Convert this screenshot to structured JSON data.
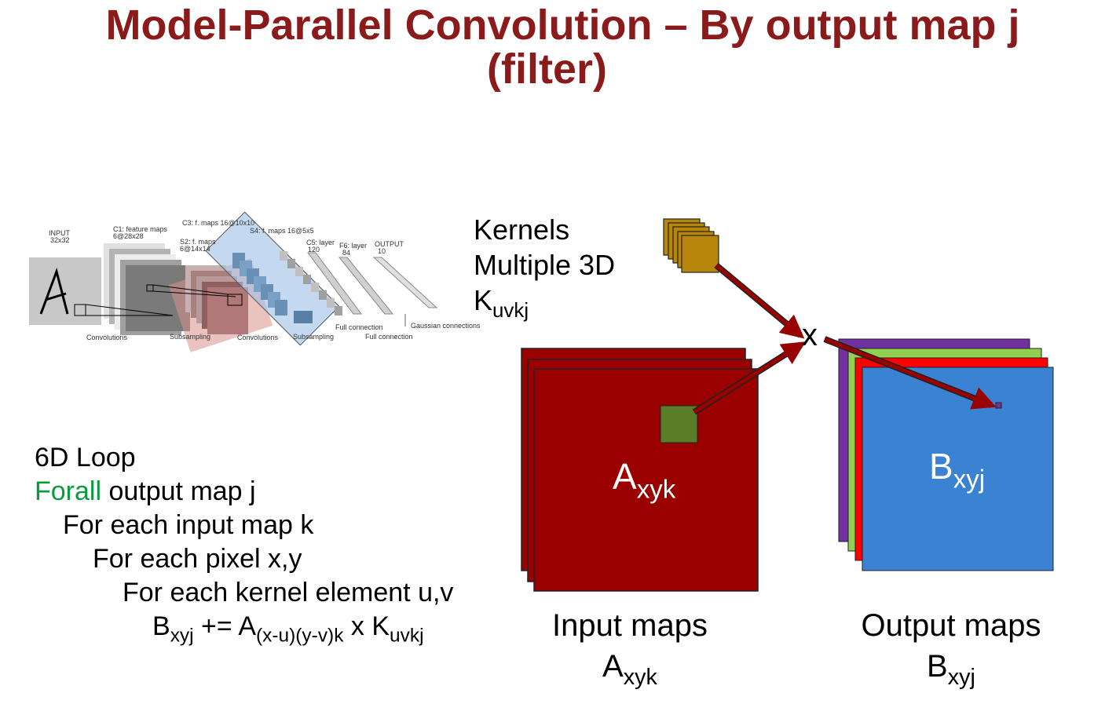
{
  "title": {
    "line1": "Model-Parallel Convolution – By output map j",
    "line2": "(filter)"
  },
  "kernels": {
    "line1": "Kernels",
    "line2": "Multiple 3D",
    "sym": "K",
    "sub": "uvkj"
  },
  "op": "x",
  "input_map": {
    "sym": "A",
    "sub": "xyk",
    "caption": "Input maps"
  },
  "output_map": {
    "sym": "B",
    "sub": "xyj",
    "caption": "Output maps"
  },
  "loop": {
    "l1": "6D Loop",
    "l2_kw": "Forall",
    "l2_rest": " output map j",
    "l3": "For each input map k",
    "l4": "For each pixel x,y",
    "l5": "For each kernel element u,v",
    "l6": {
      "b": "B",
      "b_sub": "xyj",
      "mid": " += A",
      "a_sub": "(x-u)(y-v)k",
      "x": " x K",
      "k_sub": "uvkj"
    }
  },
  "lenet": {
    "input": "INPUT",
    "input_size": "32x32",
    "c1": "C1: feature maps",
    "c1_size": "6@28x28",
    "s2": "S2: f. maps",
    "s2_size": "6@14x14",
    "c3": "C3: f. maps 16@10x10",
    "s4": "S4: f. maps 16@5x5",
    "c5": "C5: layer",
    "c5_size": "120",
    "f6": "F6: layer",
    "f6_size": "84",
    "output": "OUTPUT",
    "output_size": "10",
    "convolutions": "Convolutions",
    "subsampling": "Subsampling",
    "convolutions2": "Convolutions",
    "subsampling2": "Subsampling",
    "full_conn1": "Full connection",
    "full_conn2": "Full connection",
    "gaussian": "Gaussian connections"
  },
  "colors": {
    "title": "#8b1a1a",
    "input_maps": "#9b0000",
    "kernel": "#b8860b",
    "green_patch": "#5a7d2a",
    "output_purple": "#7030a0",
    "output_green": "#92d050",
    "output_red": "#ff0000",
    "output_blue": "#3c82d2",
    "arrow": "#990000",
    "forall": "#0a9b3c"
  }
}
